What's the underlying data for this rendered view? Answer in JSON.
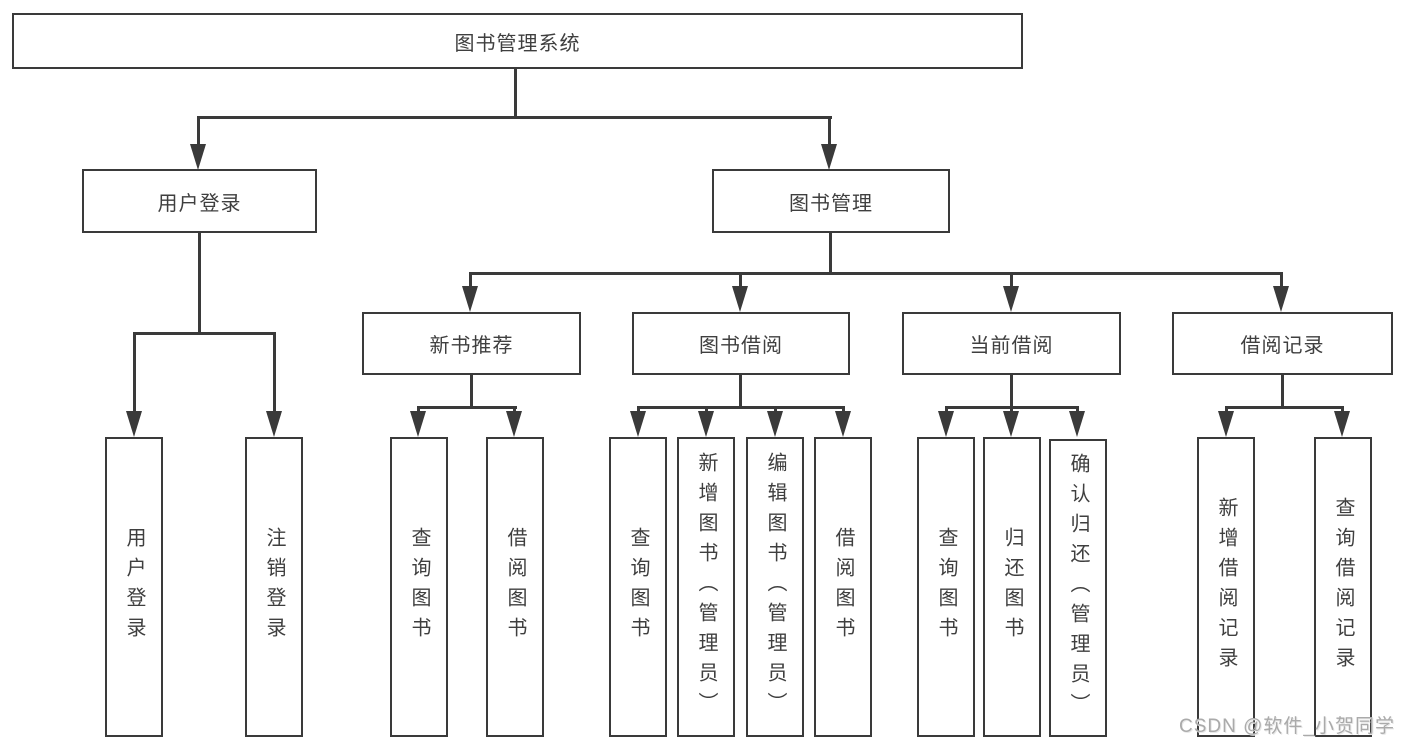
{
  "diagram": {
    "root": {
      "label": "图书管理系统"
    },
    "user_login": {
      "label": "用户登录",
      "children": [
        {
          "label": "用户登录"
        },
        {
          "label": "注销登录"
        }
      ]
    },
    "book_management": {
      "label": "图书管理",
      "modules": [
        {
          "label": "新书推荐",
          "children": [
            {
              "label": "查询图书"
            },
            {
              "label": "借阅图书"
            }
          ]
        },
        {
          "label": "图书借阅",
          "children": [
            {
              "label": "查询图书"
            },
            {
              "label": "新增图书（管理员）"
            },
            {
              "label": "编辑图书（管理员）"
            },
            {
              "label": "借阅图书"
            }
          ]
        },
        {
          "label": "当前借阅",
          "children": [
            {
              "label": "查询图书"
            },
            {
              "label": "归还图书"
            },
            {
              "label": "确认归还（管理员）"
            }
          ]
        },
        {
          "label": "借阅记录",
          "children": [
            {
              "label": "新增借阅记录"
            },
            {
              "label": "查询借阅记录"
            }
          ]
        }
      ]
    }
  },
  "watermark": {
    "text": "CSDN @软件_小贺同学"
  },
  "colors": {
    "line": "#3a3a3a",
    "text": "#3f3f3f",
    "watermark": "#aaaaaa",
    "background": "#ffffff"
  }
}
